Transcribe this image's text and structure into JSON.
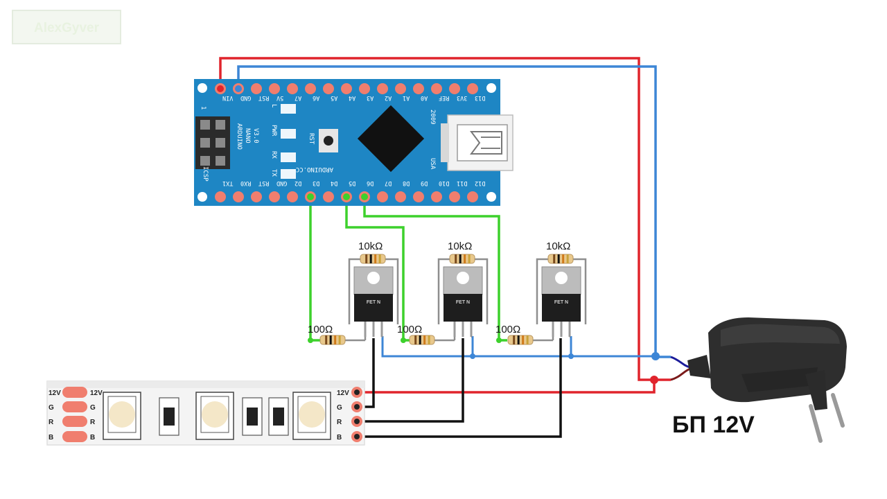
{
  "watermark": "AlexGyver",
  "board": {
    "name_lines": [
      "ARDUINO",
      "NANO",
      "V3.0"
    ],
    "site": "ARDUINO.CC",
    "year": "2009",
    "made_in": "USA",
    "icsp": "ICSP",
    "pin1": "1",
    "rst": "RST",
    "leds": [
      "L",
      "PWR",
      "RX",
      "TX"
    ],
    "top_pins": [
      "VIN",
      "GND",
      "RST",
      "5V",
      "A7",
      "A6",
      "A5",
      "A4",
      "A3",
      "A2",
      "A1",
      "A0",
      "REF",
      "3V3",
      "D13"
    ],
    "bottom_pins": [
      "TX1",
      "RX0",
      "RST",
      "GND",
      "D2",
      "D3",
      "D4",
      "D5",
      "D6",
      "D7",
      "D8",
      "D9",
      "D10",
      "D11",
      "D12"
    ]
  },
  "mosfets": [
    {
      "gate_resistor": "100Ω",
      "pulldown_resistor": "10kΩ",
      "label": "FET N"
    },
    {
      "gate_resistor": "100Ω",
      "pulldown_resistor": "10kΩ",
      "label": "FET N"
    },
    {
      "gate_resistor": "100Ω",
      "pulldown_resistor": "10kΩ",
      "label": "FET N"
    }
  ],
  "strip": {
    "left_pads": [
      "12V",
      "G",
      "R",
      "B"
    ],
    "right_pads": [
      "12V",
      "G",
      "R",
      "B"
    ]
  },
  "power_supply": {
    "label": "БП 12V"
  },
  "colors": {
    "board": "#1e86c4",
    "wire_red": "#e0242c",
    "wire_blue": "#3d86d6",
    "wire_green": "#3dd12c",
    "wire_black": "#111111",
    "pad": "#f07e6e"
  }
}
